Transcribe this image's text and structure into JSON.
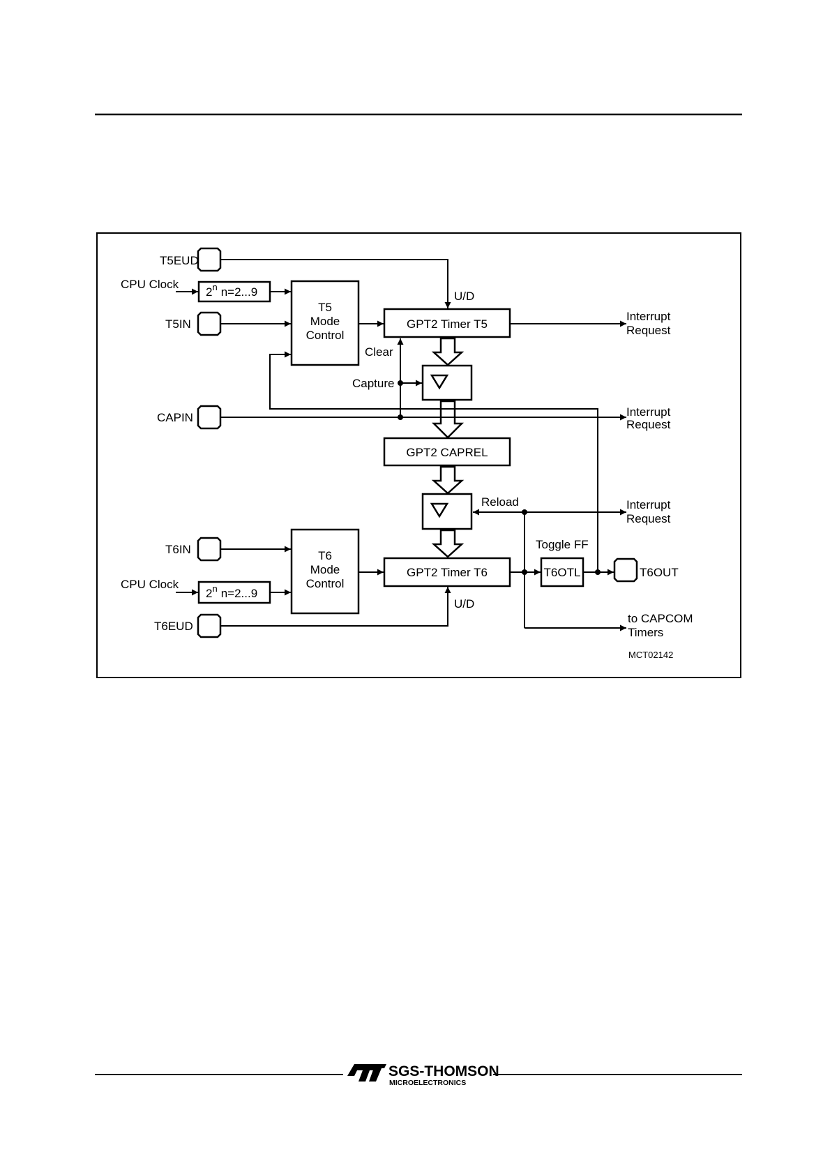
{
  "diagram": {
    "pins": {
      "t5eud": "T5EUD",
      "t5in": "T5IN",
      "capin": "CAPIN",
      "t6in": "T6IN",
      "t6eud": "T6EUD",
      "t6out": "T6OUT"
    },
    "cpu_clock_top": "CPU Clock",
    "cpu_clock_bottom": "CPU Clock",
    "prescaler_base": "2",
    "prescaler_exp": "n",
    "prescaler_range": "n=2...9",
    "t5_mode": [
      "T5",
      "Mode",
      "Control"
    ],
    "t6_mode": [
      "T6",
      "Mode",
      "Control"
    ],
    "timer_t5": "GPT2 Timer T5",
    "timer_t6": "GPT2 Timer T6",
    "caprel": "GPT2 CAPREL",
    "t6otl": "T6OTL",
    "toggle_ff": "Toggle FF",
    "ud_top": "U/D",
    "ud_bottom": "U/D",
    "clear": "Clear",
    "capture": "Capture",
    "reload": "Reload",
    "interrupt_1": [
      "Interrupt",
      "Request"
    ],
    "interrupt_2": [
      "Interrupt",
      "Request"
    ],
    "interrupt_3": [
      "Interrupt",
      "Request"
    ],
    "capcom": [
      "to CAPCOM",
      "Timers"
    ],
    "figure_id": "MCT02142"
  },
  "footer": {
    "brand": "SGS-THOMSON",
    "brand_sub": "MICROELECTRONICS"
  }
}
